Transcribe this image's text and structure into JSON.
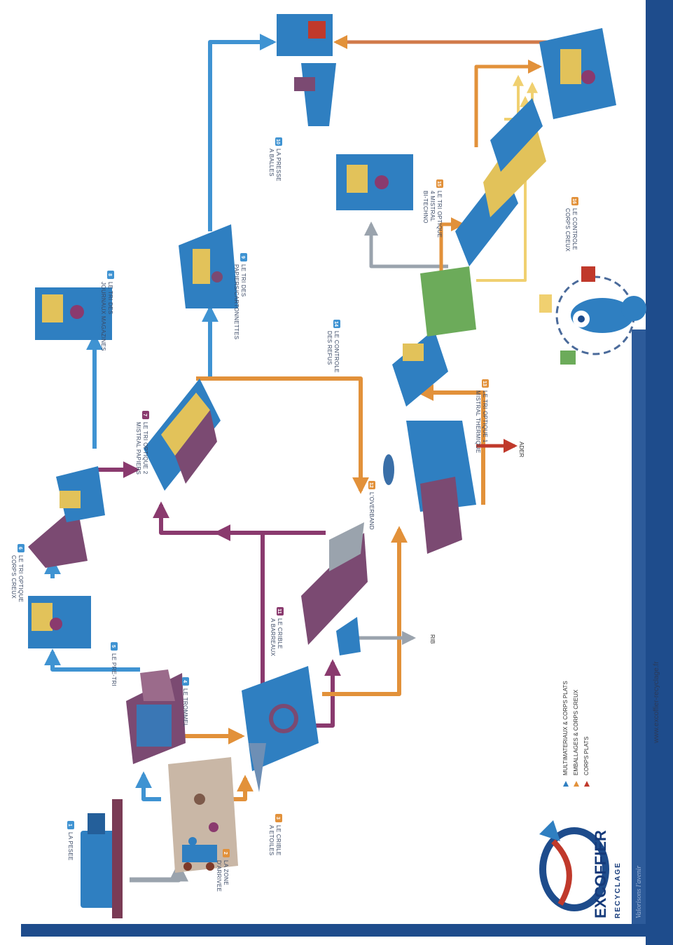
{
  "steps": {
    "s1": {
      "num": "1",
      "lines": [
        "LA PESEE"
      ]
    },
    "s2": {
      "num": "2",
      "lines": [
        "LA ZONE",
        "D'ARRIVEE"
      ]
    },
    "s3": {
      "num": "3",
      "lines": [
        "LE CRIBLE",
        "A ETOILES"
      ]
    },
    "s4": {
      "num": "4",
      "lines": [
        "LE TROMMEL"
      ]
    },
    "s5": {
      "num": "5",
      "lines": [
        "LE PRE-TRI"
      ]
    },
    "s6": {
      "num": "6",
      "lines": [
        "LE TRI OPTIQUE",
        "CORPS CREUX"
      ]
    },
    "s7": {
      "num": "7",
      "lines": [
        "LE TRI OPTIQUE 2",
        "MISTRAL PAPIERS"
      ]
    },
    "s8": {
      "num": "8",
      "lines": [
        "LE TRI DES",
        "JOURNAUX MAGAZINES"
      ]
    },
    "s9": {
      "num": "9",
      "lines": [
        "LE TRI DES",
        "PAPIERS/CARTONNETTES"
      ]
    },
    "s10": {
      "num": "10",
      "lines": [
        "LA PRESSE",
        "A BALLES"
      ]
    },
    "s11": {
      "num": "11",
      "lines": [
        "LE CRIBLE",
        "A BARREAUX"
      ]
    },
    "s12": {
      "num": "12",
      "lines": [
        "L'OVERBAND"
      ]
    },
    "s13": {
      "num": "13",
      "lines": [
        "LE TRI OPTIQUE 1",
        "MISTRAL THERMIQUE"
      ]
    },
    "s14": {
      "num": "14",
      "lines": [
        "LE CONTROLE",
        "DES REFUS"
      ]
    },
    "s15": {
      "num": "15",
      "lines": [
        "LE TRI OPTIQUE",
        "4 MISTRAL",
        "BI-TECHNO"
      ]
    },
    "s16": {
      "num": "16",
      "lines": [
        "LE CONTROLE",
        "CORPS CREUX"
      ]
    }
  },
  "outputs": {
    "rib": "RIB",
    "ader": "ADER"
  },
  "legend": {
    "items": [
      {
        "label": "MULTIMATERIAUX & CORPS PLATS",
        "color": "#2f7fc1"
      },
      {
        "label": "EMBALLAGES & CORPS CREUX",
        "color": "#e2913a"
      },
      {
        "label": "CORPS PLATS",
        "color": "#c0392b"
      }
    ]
  },
  "footer": {
    "website": "www.excoffier-recyclage.fr",
    "slogan": "Valorisons l'avenir",
    "brand": "EXCOFFIER",
    "brand_sub": "RECYCLAGE"
  },
  "colors": {
    "blue": "#3f93d2",
    "orange": "#e2913a",
    "purple": "#8a3a6e",
    "grey": "#9aa3ad",
    "red": "#c0392b",
    "navy": "#1e4c8c",
    "badge_blue": "#3f93d2",
    "badge_orange": "#e2913a",
    "badge_purple": "#8a3a6e"
  }
}
